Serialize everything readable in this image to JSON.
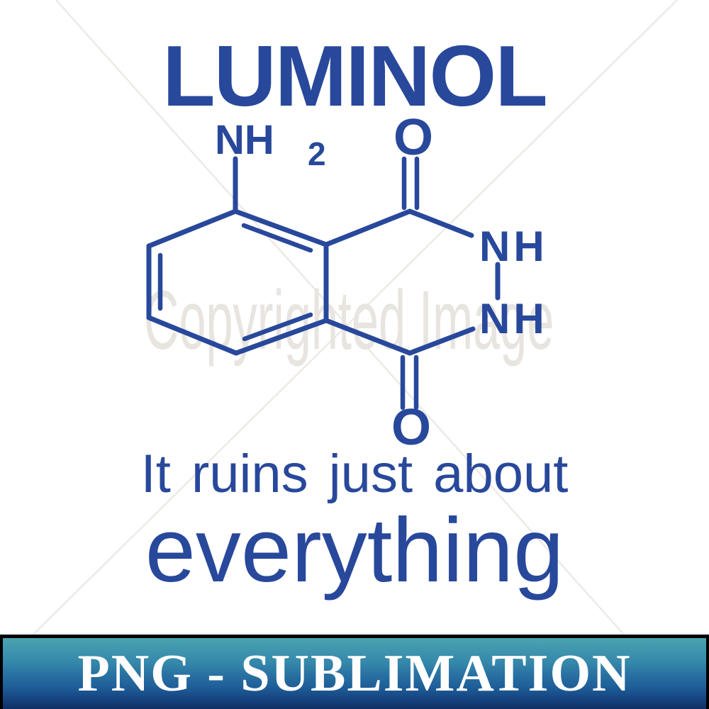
{
  "title": "LUMINOL",
  "tagline": {
    "line1": "It ruins just about",
    "line2": "everything"
  },
  "watermark": {
    "label": "Copyrighted Image"
  },
  "banner": {
    "label": "PNG - SUBLIMATION"
  },
  "molecule": {
    "name": "luminol (5-amino-2,3-dihydrophthalazine-1,4-dione) skeletal formula",
    "labels": {
      "amine": "NH",
      "amine_subscript": "2",
      "carbonyl_top": "O",
      "amide_nh_top": "NH",
      "amide_nh_bottom": "NH",
      "carbonyl_bottom": "O"
    }
  },
  "colors": {
    "blue": "#28489b",
    "watermark_gray": "#e8e4df",
    "line_gray": "#edeae6",
    "banner_teal": "#4ba3b0",
    "banner_mid": "#2a73a3",
    "banner_navy": "#112f63",
    "banner_border": "#000000",
    "banner_text": "#ffffff",
    "background": "#ffffff"
  }
}
